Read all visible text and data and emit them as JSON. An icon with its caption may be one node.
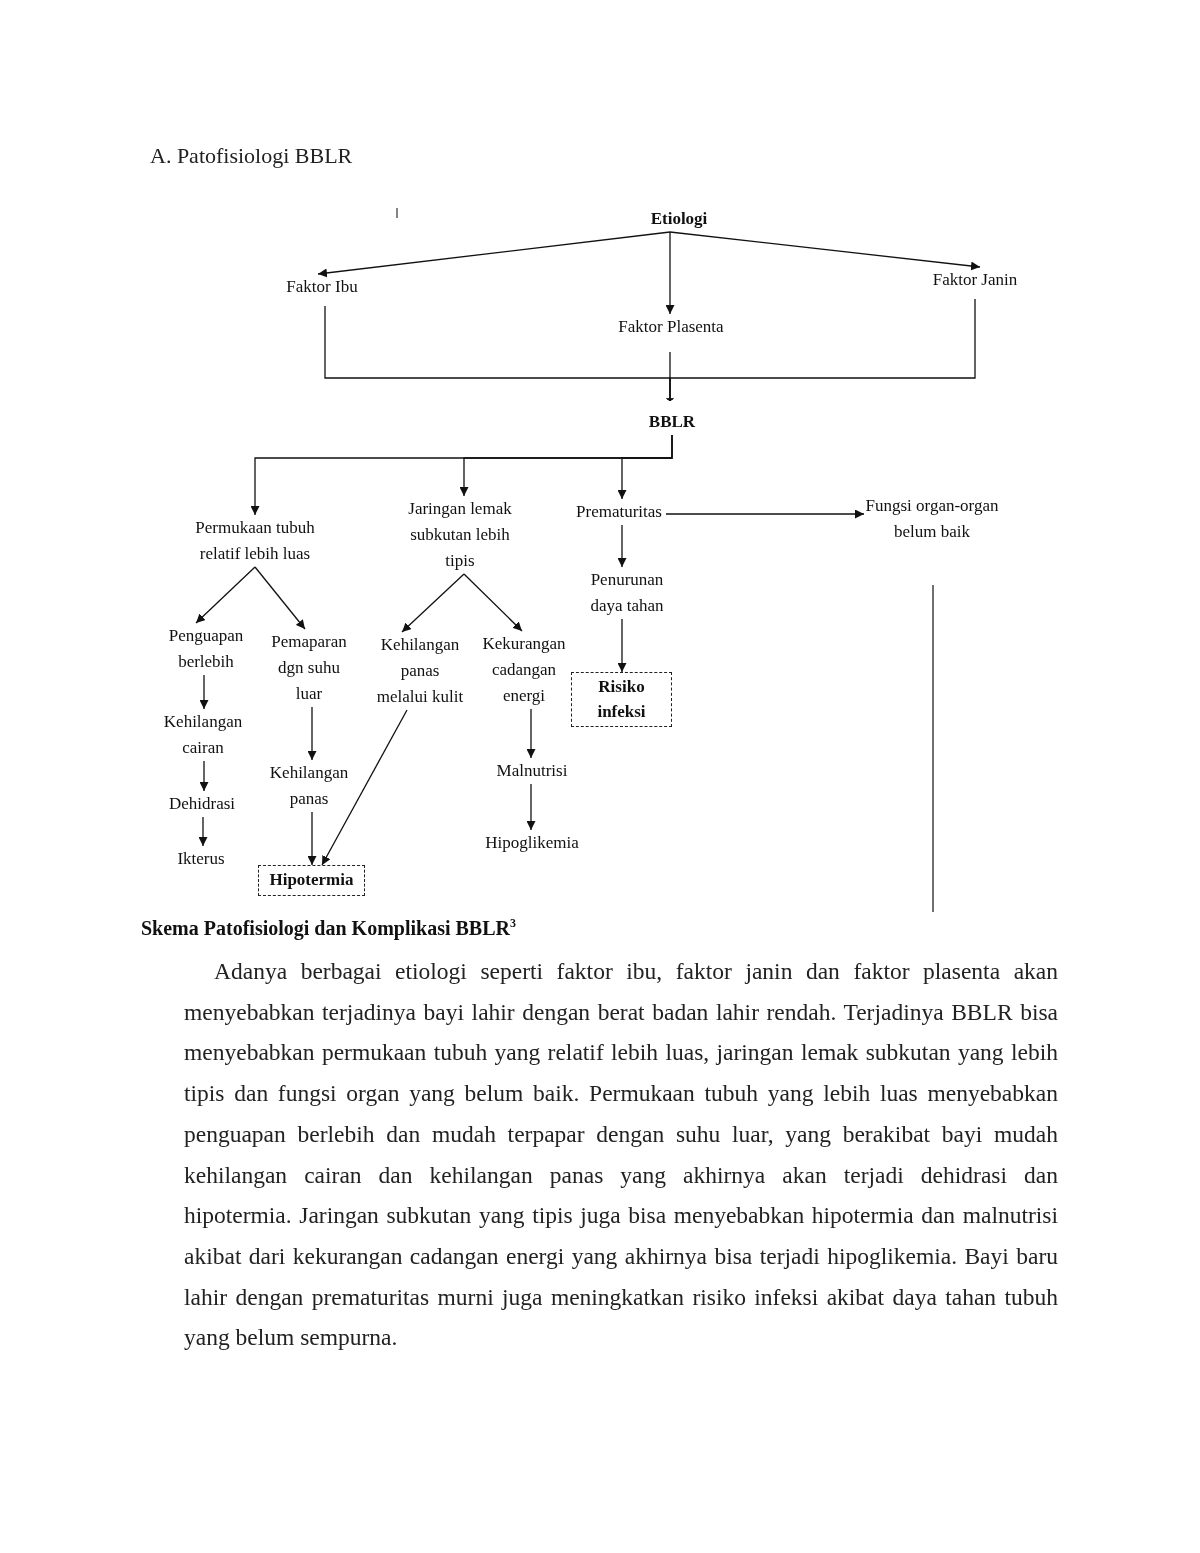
{
  "diagram": {
    "title": "A. Patofisiologi BBLR",
    "caption": "Skema Patofisiologi dan Komplikasi BBLR$^{3}$",
    "nodes": [
      {
        "text": [
          "Etiologi"
        ]
      },
      {
        "text": [
          "Faktor Ibu"
        ]
      },
      {
        "text": [
          "Faktor Plasenta"
        ]
      },
      {
        "text": [
          "Faktor Janin"
        ]
      },
      {
        "text": [
          "BBLR"
        ]
      },
      {
        "text": [
          "Permukaan tubuh relatif lebih luas"
        ]
      },
      {
        "text": [
          "Jaringan lemak subkutan lebih tipis"
        ]
      },
      {
        "text": [
          "Prematuritas"
        ]
      },
      {
        "text": [
          "Fungsi organ-organ belum baik"
        ]
      },
      {
        "text": [
          "Penguapan berlebih"
        ]
      },
      {
        "text": [
          "Pemaparan dgn suhu luar"
        ]
      },
      {
        "text": [
          "Kehilangan panas melalui kulit"
        ]
      },
      {
        "text": [
          "Kekurangan cadangan energi"
        ]
      },
      {
        "text": [
          "Penurunan daya tahan"
        ]
      },
      {
        "text": [
          "Kehilangan cairan"
        ]
      },
      {
        "text": [
          "Kehilangan panas"
        ]
      },
      {
        "text": [
          "Risiko infeksi"
        ]
      },
      {
        "text": [
          "Dehidrasi"
        ]
      },
      {
        "text": [
          "Malnutrisi"
        ]
      },
      {
        "text": [
          "Ikterus"
        ]
      },
      {
        "text": [
          "Hipoglikemia"
        ]
      },
      {
        "text": [
          "Hipotermia"
        ]
      }
    ],
    "edges": [
      {
        "from": 0,
        "to": 1,
        "arrow": "to"
      },
      {
        "from": 0,
        "to": 2,
        "arrow": "to"
      },
      {
        "from": 0,
        "to": 3,
        "arrow": "to"
      },
      {
        "from": 1,
        "to": 4,
        "arrow": "to"
      },
      {
        "from": 2,
        "to": 4,
        "arrow": "to"
      },
      {
        "from": 3,
        "to": 4,
        "arrow": "to"
      },
      {
        "from": 4,
        "to": 5,
        "arrow": "to"
      },
      {
        "from": 4,
        "to": 6,
        "arrow": "to"
      },
      {
        "from": 4,
        "to": 7,
        "arrow": "to"
      },
      {
        "from": 7,
        "to": 8,
        "arrow": "to"
      },
      {
        "from": 5,
        "to": 9,
        "arrow": "to"
      },
      {
        "from": 5,
        "to": 10,
        "arrow": "to"
      },
      {
        "from": 6,
        "to": 11,
        "arrow": "to"
      },
      {
        "from": 6,
        "to": 12,
        "arrow": "to"
      },
      {
        "from": 7,
        "to": 13,
        "arrow": "to"
      },
      {
        "from": 9,
        "to": 14,
        "arrow": "to"
      },
      {
        "from": 10,
        "to": 15,
        "arrow": "to"
      },
      {
        "from": 11,
        "to": 21,
        "arrow": "to"
      },
      {
        "from": 12,
        "to": 18,
        "arrow": "to"
      },
      {
        "from": 13,
        "to": 16,
        "arrow": "to"
      },
      {
        "from": 14,
        "to": 17,
        "arrow": "to"
      },
      {
        "from": 15,
        "to": 21,
        "arrow": "to"
      },
      {
        "from": 17,
        "to": 19,
        "arrow": "to"
      },
      {
        "from": 18,
        "to": 20,
        "arrow": "to"
      }
    ],
    "labels": [
      "Adanya berbagai etiologi seperti faktor ibu, faktor janin dan faktor plasenta akan menyebabkan terjadinya bayi lahir dengan berat badan lahir rendah. Terjadinya BBLR bisa menyebabkan permukaan tubuh yang relatif lebih luas, jaringan lemak subkutan yang lebih tipis dan fungsi organ yang belum baik. Permukaan tubuh yang lebih luas menyebabkan penguapan berlebih dan mudah terpapar dengan suhu luar, yang berakibat bayi mudah kehilangan cairan dan kehilangan panas yang akhirnya akan terjadi dehidrasi dan hipotermia. Jaringan subkutan yang tipis juga bisa menyebabkan hipotermia dan malnutrisi akibat dari kekurangan cadangan energi yang akhirnya bisa terjadi hipoglikemia. Bayi baru lahir dengan prematuritas murni juga meningkatkan risiko infeksi akibat daya tahan tubuh yang belum sempurna."
    ]
  }
}
